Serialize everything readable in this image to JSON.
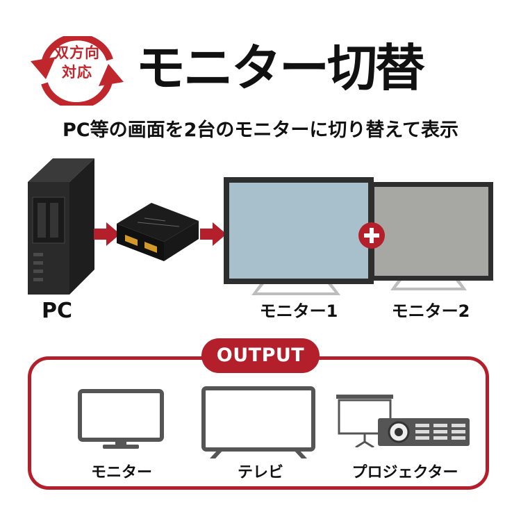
{
  "header": {
    "badge_line1": "双方向",
    "badge_line2": "対応",
    "title": "モニター切替",
    "subtitle": "PC等の画面を2台のモニターに切り替えて表示"
  },
  "diagram": {
    "pc_label": "PC",
    "monitor1_label": "モニター1",
    "monitor2_label": "モニター2"
  },
  "output": {
    "heading": "OUTPUT",
    "items": [
      {
        "label": "モニター",
        "icon": "monitor-icon"
      },
      {
        "label": "テレビ",
        "icon": "tv-icon"
      },
      {
        "label": "プロジェクター",
        "icon": "projector-icon"
      }
    ]
  },
  "colors": {
    "accent_red": "#b31f2a",
    "text_dark": "#111111",
    "monitor1_screen": "#a8bfcc",
    "monitor2_screen": "#a7a8a3"
  }
}
